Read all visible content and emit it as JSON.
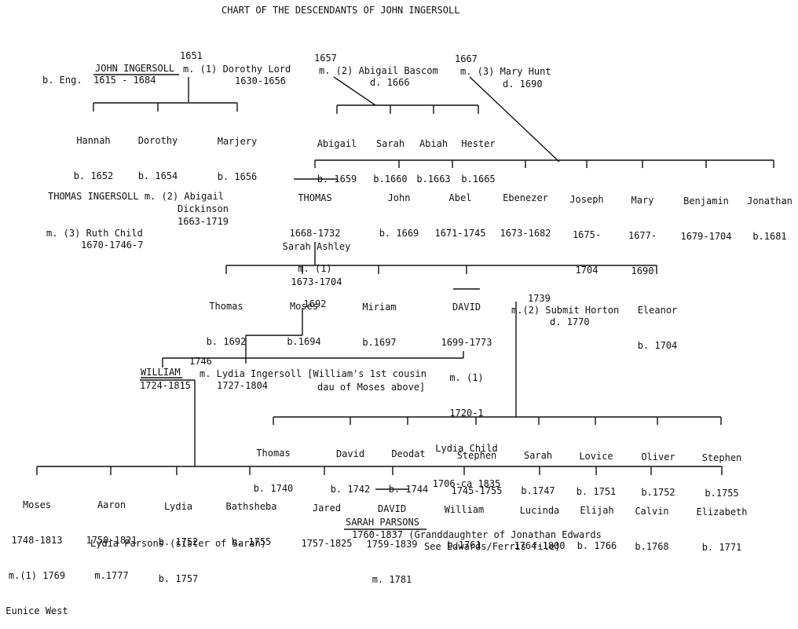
{
  "title": "CHART OF THE DESCENDANTS OF JOHN INGERSOLL",
  "john": {
    "year": "1651",
    "name": "JOHN INGERSOLL",
    "born": "b. Eng.",
    "dates": "1615 - 1684",
    "marriage1": "m. (1) Dorothy Lord",
    "spouse1_dates": "1630-1656",
    "marriage2_year": "1657",
    "marriage2": "m. (2) Abigail Bascom",
    "spouse2_death": "d. 1666",
    "marriage3_year": "1667",
    "marriage3": "m. (3) Mary Hunt",
    "spouse3_death": "d. 1690"
  },
  "children_m1": [
    {
      "name": "Hannah",
      "born": "b. 1652"
    },
    {
      "name": "Dorothy",
      "born": "b. 1654"
    },
    {
      "name": "Marjery",
      "born": "b. 1656"
    }
  ],
  "children_m2": [
    {
      "name": "Abigail",
      "born": "b. 1659"
    },
    {
      "name": "Sarah",
      "born": "b.1660"
    },
    {
      "name": "Abiah",
      "born": "b.1663"
    },
    {
      "name": "Hester",
      "born": "b.1665"
    }
  ],
  "thomas": {
    "name": "THOMAS",
    "dates": "1668-1732",
    "m1": "m. (1)",
    "m1_year": "1692",
    "spouse": "Sarah Ashley",
    "spouse_dates": "1673-1704"
  },
  "children_m3": [
    {
      "name": "John",
      "born": "b. 1669"
    },
    {
      "name": "Abel",
      "born": "1671-1745"
    },
    {
      "name": "Ebenezer",
      "born": "1673-1682"
    },
    {
      "name": "Joseph",
      "born": "1675-",
      "died": "1704"
    },
    {
      "name": "Mary",
      "born": "1677-",
      "died": "1690"
    },
    {
      "name": "Benjamin",
      "born": "1679-1704"
    },
    {
      "name": "Jonathan",
      "born": "b.1681"
    }
  ],
  "thomas_other": {
    "line1": "THOMAS INGERSOLL m. (2) Abigail",
    "line2": "Dickinson",
    "line3": "1663-1719",
    "line4": "m. (3) Ruth Child",
    "line5": "1670-1746-7"
  },
  "thomas_children": [
    {
      "name": "Thomas",
      "born": "b. 1692"
    },
    {
      "name": "Moses",
      "born": "b.1694"
    },
    {
      "name": "Miriam",
      "born": "b.1697"
    },
    {
      "name": "Eleanor",
      "born": "b. 1704"
    }
  ],
  "david": {
    "name": "DAVID",
    "dates": "1699-1773",
    "m1": "m. (1)",
    "m1_year": "1720-1",
    "spouse1": "Lydia Child",
    "spouse1_dates": "1706-ca 1835",
    "m2_year": "1739",
    "m2": "m.(2) Submit Horton",
    "spouse2_death": "d. 1770"
  },
  "david_children": [
    {
      "name": "Thomas",
      "born": "b. 1740"
    },
    {
      "name": "David",
      "born": "b. 1742"
    },
    {
      "name": "Deodat",
      "born": "b. 1744"
    },
    {
      "name": "Stephen",
      "born": "1745-1755"
    },
    {
      "name": "Sarah",
      "born": "b.1747"
    },
    {
      "name": "Lovice",
      "born": "b. 1751"
    },
    {
      "name": "Oliver",
      "born": "b.1752"
    },
    {
      "name": "Stephen",
      "born": "b.1755"
    }
  ],
  "william": {
    "year": "1746",
    "name": "WILLIAM",
    "dates": "1724-1815",
    "marriage": "m. Lydia Ingersoll [William's 1st cousin",
    "spouse_dates": "1727-1804",
    "note": "dau of Moses above]"
  },
  "william_children": [
    {
      "name": "Moses",
      "l2": "1748-1813",
      "l3": "m.(1) 1769",
      "l4": "Eunice West"
    },
    {
      "name": "Aaron",
      "l2": "1750-1821",
      "l3": "m.1777"
    },
    {
      "name": "Lydia",
      "l2": "b. 1752"
    },
    {
      "name": "Bathsheba",
      "l2": "b. 1755"
    },
    {
      "name": "Jared",
      "l2": "1757-1825"
    },
    {
      "name": "DAVID",
      "l2": "1759-1839",
      "l3": "m. 1781"
    },
    {
      "name": "William",
      "l2": "b.1761"
    },
    {
      "name": "Lucinda",
      "l2": "1764-1800"
    },
    {
      "name": "Elijah",
      "l2": "b. 1766"
    },
    {
      "name": "Calvin",
      "l2": "b.1768"
    },
    {
      "name": "Elizabeth",
      "l2": "b. 1771"
    }
  ],
  "aaron_spouse": {
    "line1": "Lydia Parsons (sister of Sarah)",
    "line2": "b. 1757"
  },
  "sarah_parsons": {
    "name": "SARAH PARSONS",
    "dates": "1760-1837 (Granddaughter of Jonathan Edwards",
    "note": "See Edwards/Ferris file)"
  }
}
